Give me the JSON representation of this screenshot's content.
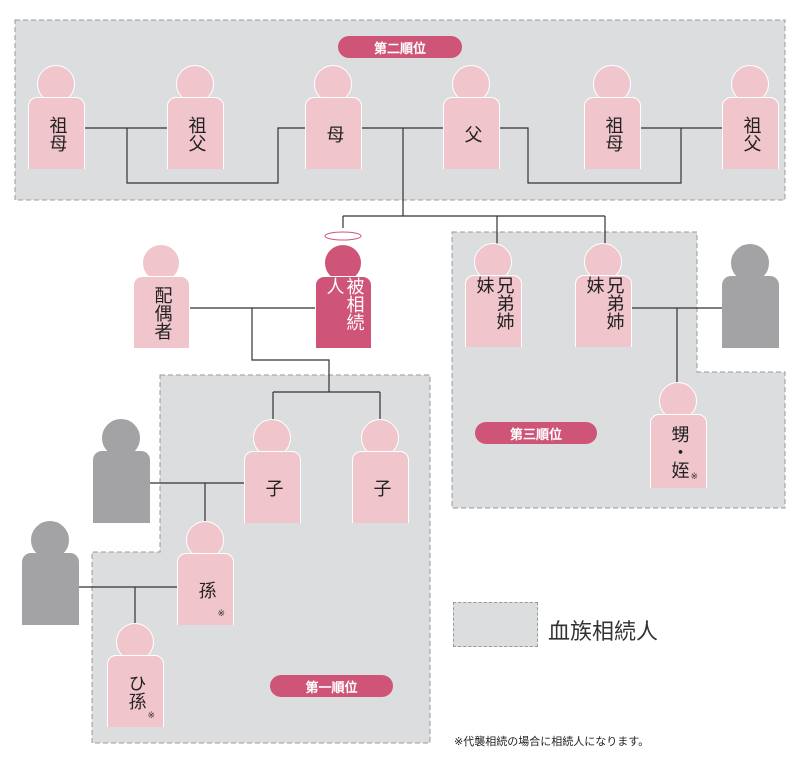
{
  "labels": {
    "second_rank": "第二順位",
    "third_rank": "第三順位",
    "first_rank": "第一順位"
  },
  "persons": {
    "grandmother_paternal": "祖母",
    "grandfather_paternal": "祖父",
    "mother": "母",
    "father": "父",
    "grandmother_maternal": "祖母",
    "grandfather_maternal": "祖父",
    "spouse": "配偶者",
    "decedent": "被相続人",
    "sibling1": "兄弟姉妹",
    "sibling2": "兄弟姉妹",
    "nephew_niece": "甥・姪",
    "child1": "子",
    "child2": "子",
    "grandchild": "孫",
    "great_grandchild": "ひ孫"
  },
  "mark": "※",
  "legend": {
    "label": "血族相続人"
  },
  "footnote": "※代襲相続の場合に相続人になります。",
  "colors": {
    "box": "#dcdddf",
    "person": "#f0c5cb",
    "decedent": "#cf5578",
    "other": "#a3a3a5"
  }
}
